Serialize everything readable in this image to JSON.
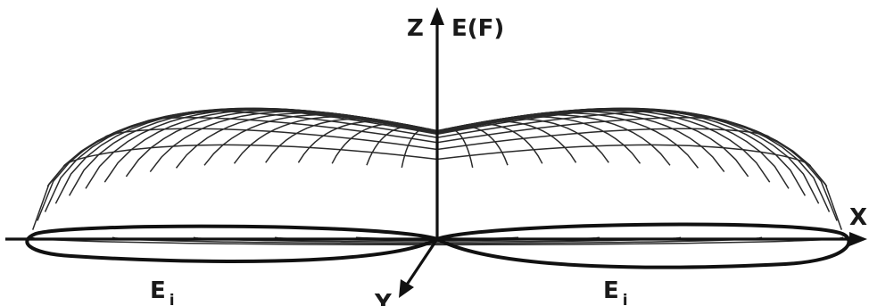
{
  "axes": {
    "z": "Z",
    "vertical": "E(F)",
    "x": "X",
    "y": "Y"
  },
  "lobe_labels": {
    "left": {
      "main": "E",
      "sub": "i"
    },
    "right": {
      "main": "E",
      "sub": "i"
    }
  },
  "colors": {
    "ink": "#111111",
    "mesh": "#2a2a2a",
    "background": "#ffffff"
  }
}
